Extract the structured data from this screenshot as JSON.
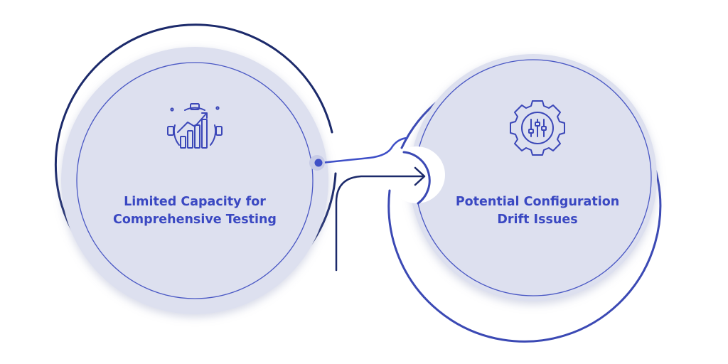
{
  "nodes": [
    {
      "id": "limited-capacity",
      "lines": [
        "Limited Capacity for",
        "Comprehensive Testing"
      ],
      "icon": "gear-bar-chart-icon"
    },
    {
      "id": "configuration-drift",
      "lines": [
        "Potential Configuration",
        "Drift Issues"
      ],
      "icon": "gear-sliders-icon"
    }
  ],
  "colors": {
    "circle_fill": "#dde0ef",
    "outer_ring_left": "#1c2a6b",
    "outer_ring_right": "#3b49b4",
    "inner_ring": "#4957c4",
    "icon": "#3b47b8",
    "text": "#3a48c2",
    "connector": "#3e4fc7",
    "connector_dark": "#1c2a6b",
    "dot": "#3e4fc7"
  }
}
